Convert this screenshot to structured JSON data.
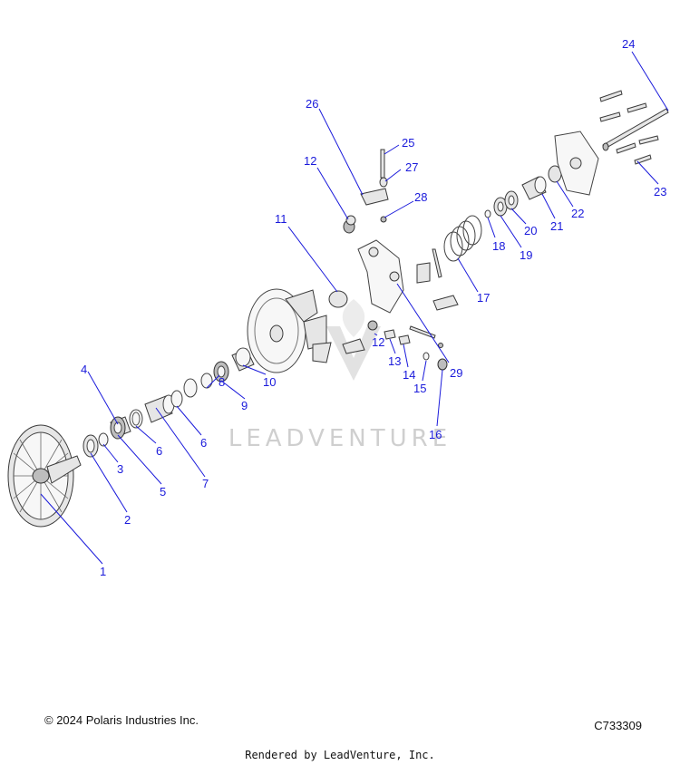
{
  "diagram": {
    "callouts": [
      "1",
      "2",
      "3",
      "4",
      "5",
      "6",
      "6",
      "7",
      "8",
      "9",
      "10",
      "11",
      "12",
      "12",
      "13",
      "14",
      "15",
      "16",
      "17",
      "18",
      "19",
      "20",
      "21",
      "22",
      "23",
      "24",
      "25",
      "26",
      "27",
      "28",
      "29"
    ],
    "watermark": "LEADVENTURE"
  },
  "footer": {
    "copyright": "© 2024 Polaris Industries Inc.",
    "figure_code": "C733309",
    "rendered_by": "Rendered by LeadVenture, Inc."
  },
  "colors": {
    "callout": "#1a1adb",
    "part_stroke": "#3a3a3a",
    "part_fill": "#e6e6e6",
    "watermark": "#cfcfcf"
  }
}
